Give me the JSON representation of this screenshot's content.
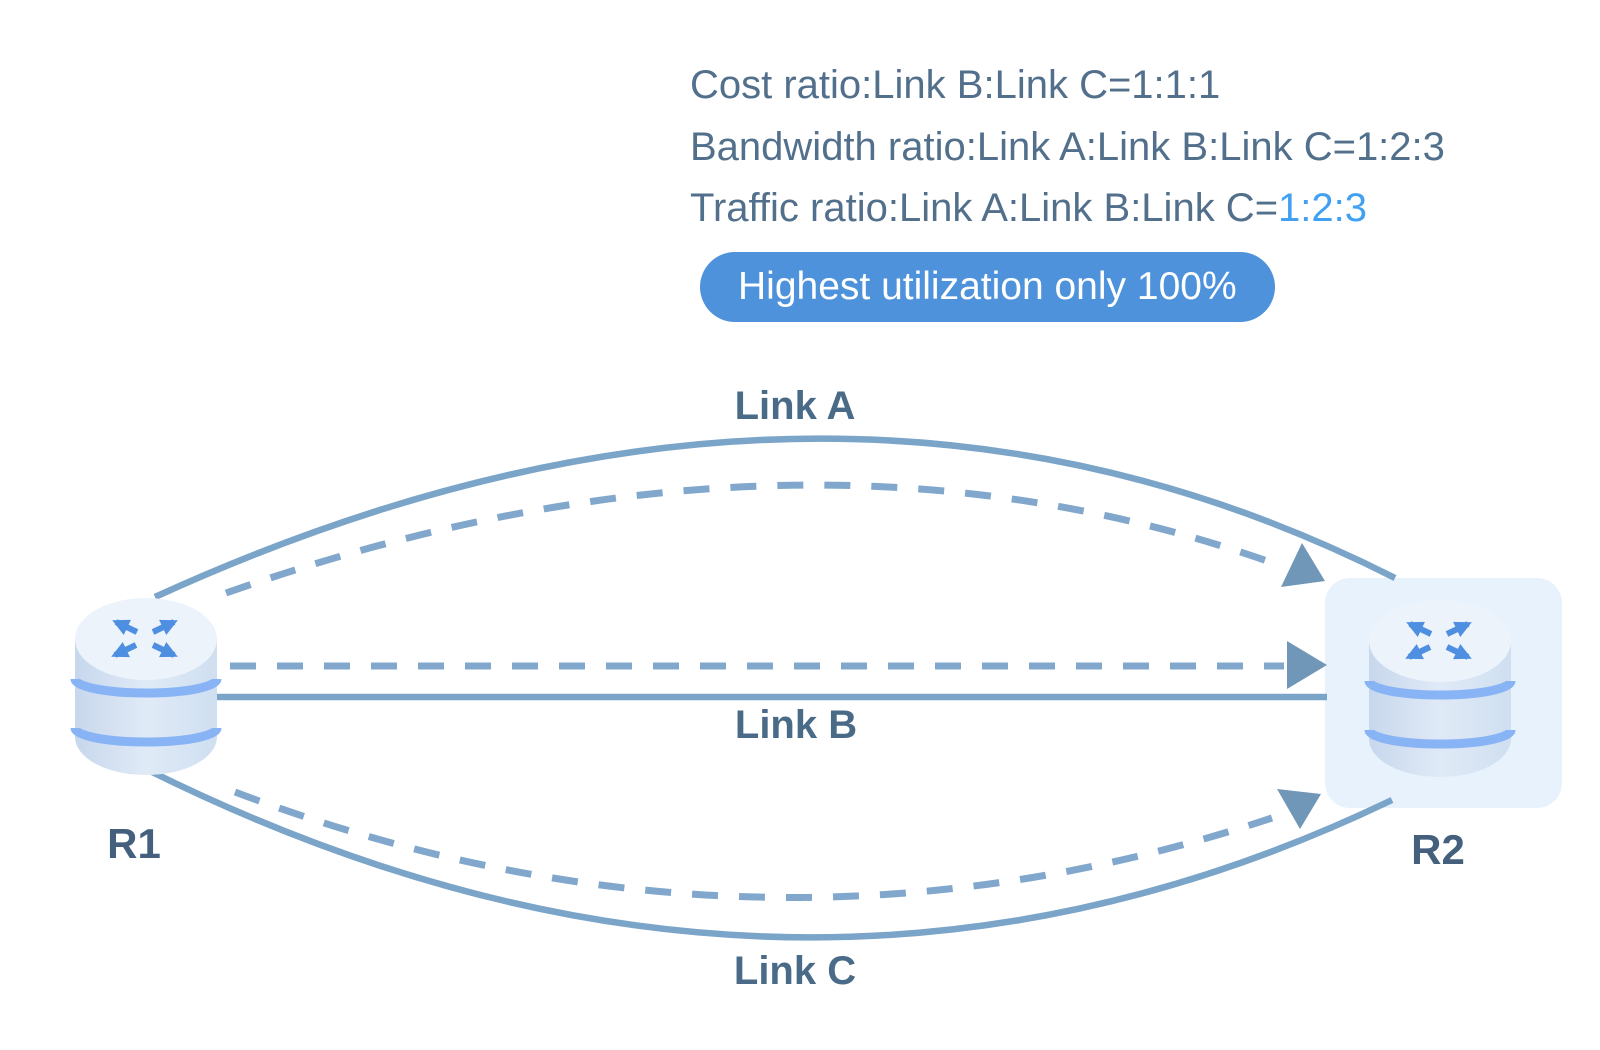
{
  "annotations": {
    "cost_ratio": "Cost ratio:Link B:Link C=1:1:1",
    "bandwidth_ratio": "Bandwidth ratio:Link A:Link B:Link C=1:2:3",
    "traffic_ratio_prefix": "Traffic ratio:Link A:Link B:Link C=",
    "traffic_ratio_value": "1:2:3",
    "badge": "Highest utilization only 100%"
  },
  "links": [
    {
      "label": "Link A"
    },
    {
      "label": "Link B"
    },
    {
      "label": "Link C"
    }
  ],
  "nodes": [
    {
      "label": "R1"
    },
    {
      "label": "R2"
    }
  ],
  "colors": {
    "text_dark": "#52708c",
    "label_dark": "#4a6b87",
    "node_label": "#44607d",
    "value_blue": "#42a0f2",
    "badge_bg": "#4d92da",
    "badge_text": "#ffffff",
    "link_line": "#7ba4c9",
    "traffic_dash": "#81a8cc",
    "arrowhead": "#7096b8",
    "router_arrow": "#4e8fe2",
    "cyl_stripe": "#88b4f6",
    "r2_bg": "#e8f2fc"
  }
}
